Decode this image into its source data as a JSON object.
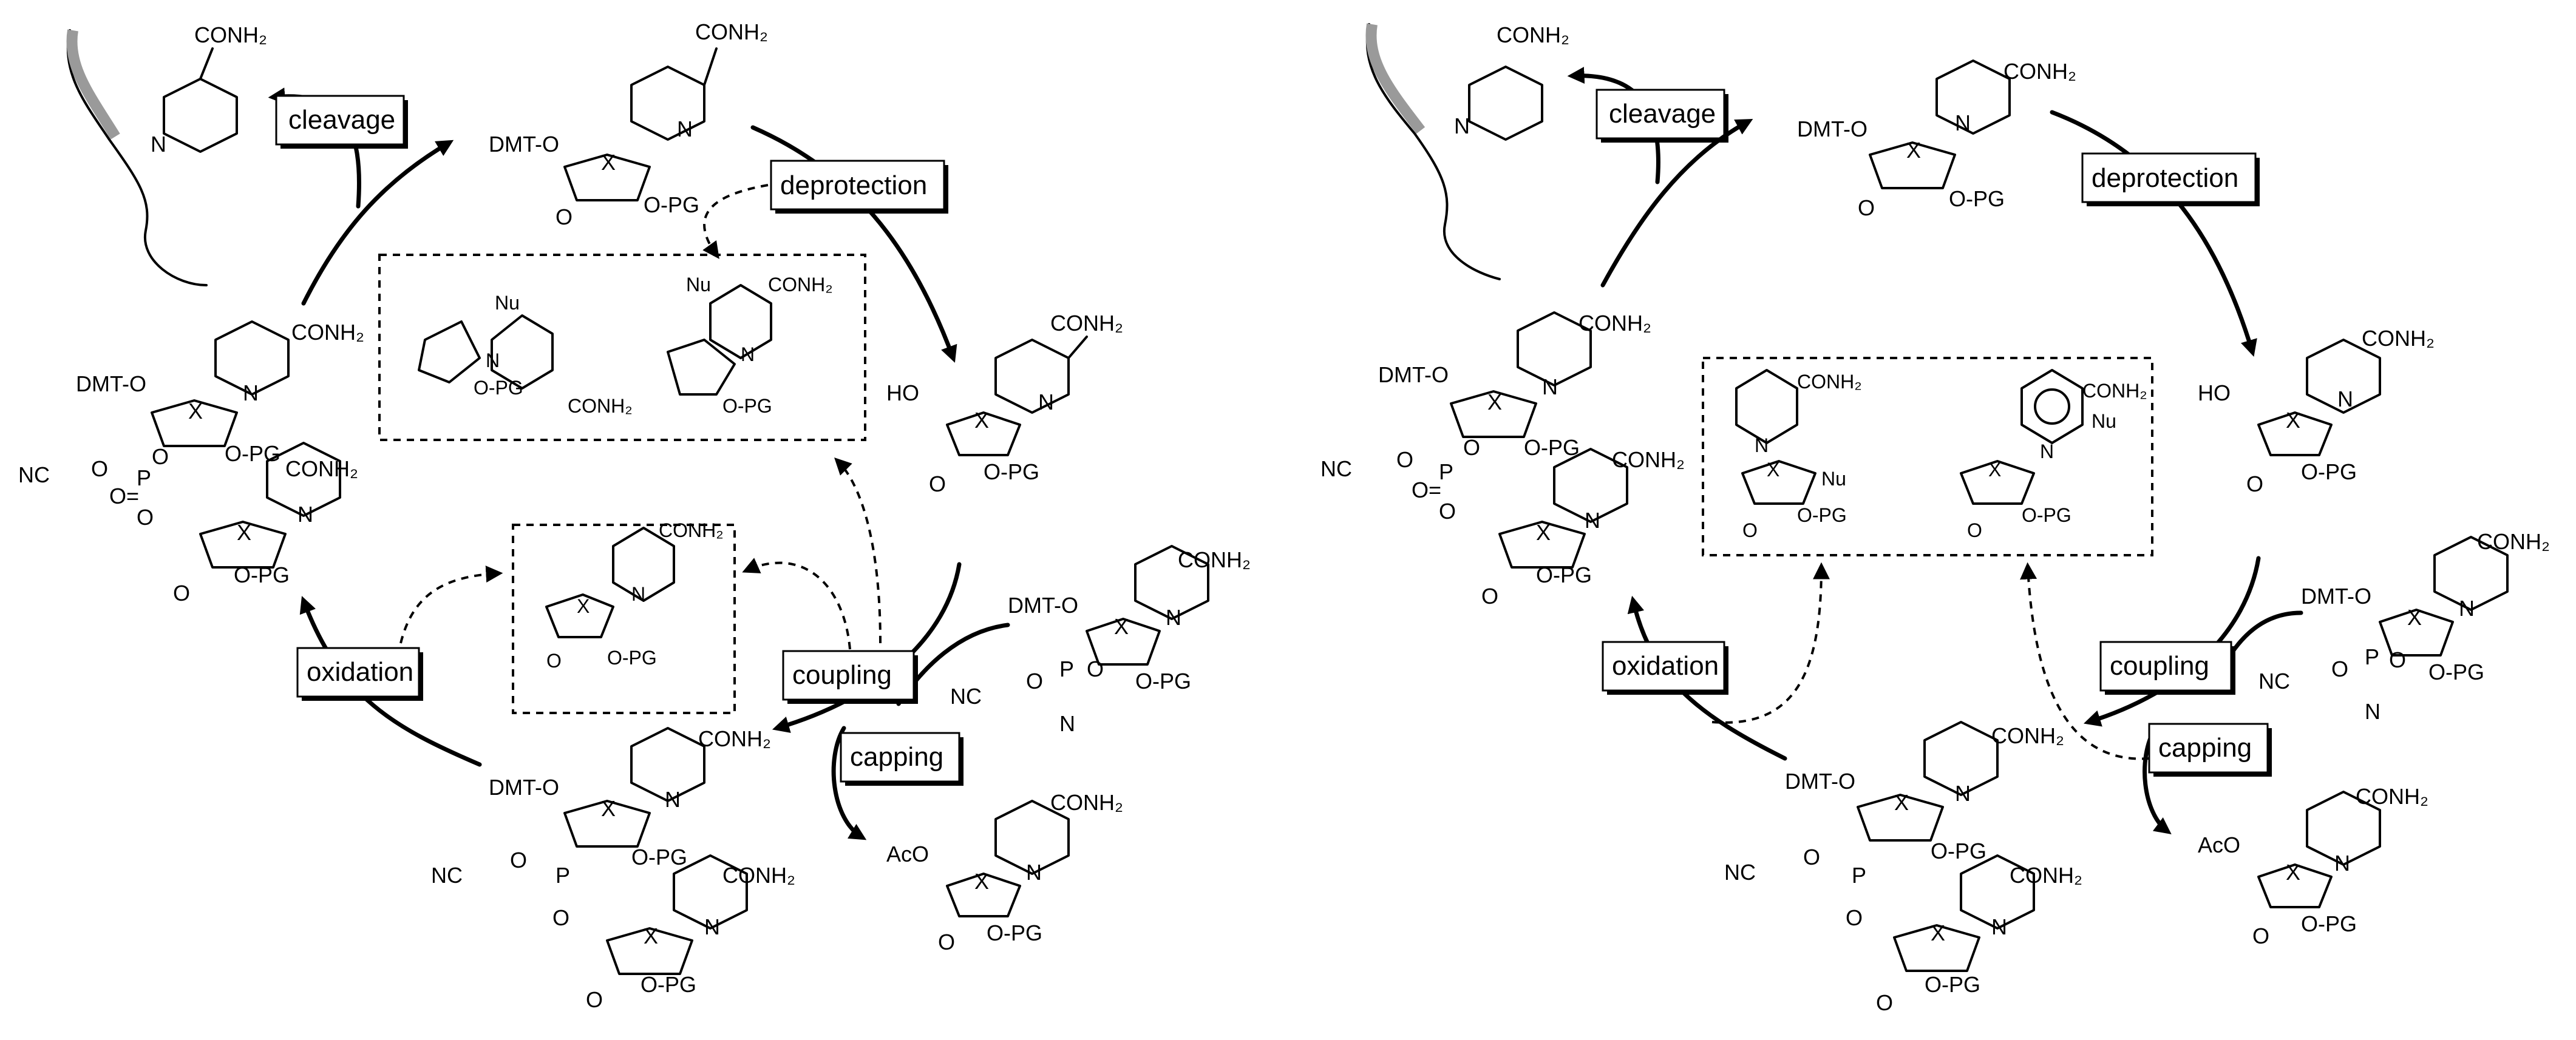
{
  "labels": {
    "cleavage": "cleavage",
    "deprotection": "deprotection",
    "coupling": "coupling",
    "capping": "capping",
    "oxidation": "oxidation"
  },
  "chem": {
    "conh2": "CONH₂",
    "dmt_o": "DMT-O",
    "ho": "HO",
    "aco": "AcO",
    "x": "X",
    "n": "N",
    "o": "O",
    "p": "P",
    "o_pg": "O-PG",
    "nc": "NC",
    "nu": "Nu",
    "o_eq": "O="
  },
  "colors": {
    "ink": "#000000",
    "ribbon": "#9a9a9a",
    "background": "#ffffff"
  }
}
